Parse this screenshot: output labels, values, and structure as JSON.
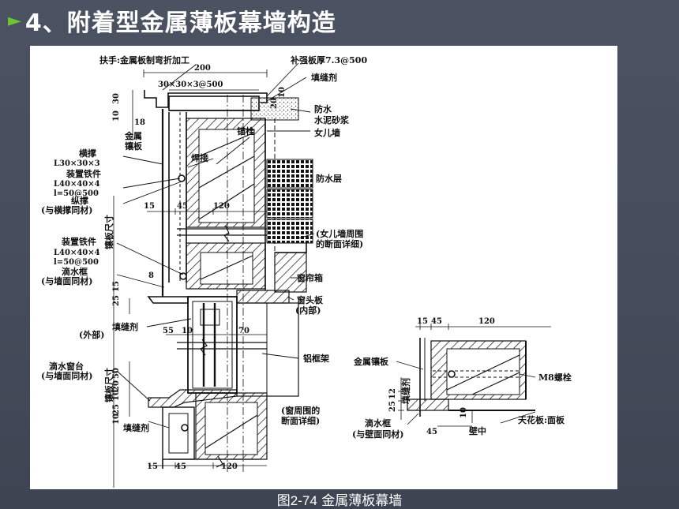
{
  "slide": {
    "bullet": "►",
    "title": "4、附着型金属薄板幕墙构造",
    "accent_color": "#6fc33a",
    "background_color": "#474e5d"
  },
  "caption": {
    "number": "图2-74",
    "text": "金属薄板幕墙"
  },
  "labels": {
    "handrail": "扶手:金属板制弯折加工",
    "reinforce": "补强板厚7.3@500",
    "sealant_top": "填缝剂",
    "waterproof_mortar_1": "防水",
    "waterproof_mortar_2": "水泥砂浆",
    "parapet": "女儿墙",
    "anchor_bolt": "锚栓",
    "metal_panel_1": "金属",
    "metal_panel_2": "镶板",
    "weld": "焊接",
    "brace_title": "横撑",
    "brace_spec": "L30×30×3",
    "fitting_title": "装置铁件",
    "fitting_spec1": "L40×40×4",
    "fitting_spec2": "l=50@500",
    "longitudinal": "纵撑",
    "longitudinal_note": "(与横撑同材)",
    "waterproof_layer": "防水层",
    "parapet_detail_1": "(女儿墙周围",
    "parapet_detail_2": "的断面详细)",
    "fitting2_title": "装置铁件",
    "fitting2_spec1": "L40×40×4",
    "fitting2_spec2": "l=50@500",
    "drip_frame": "滴水框",
    "drip_frame_note": "(与墙面同材)",
    "curtain_box": "窗帘箱",
    "window_head_1": "窗头板",
    "window_head_2": "(内部)",
    "sealant_mid": "填缝剂",
    "exterior": "(外部)",
    "aluminum_frame": "铝框架",
    "drip_sill_1": "滴水窗台",
    "drip_sill_2": "(与墙面同材)",
    "window_detail_1": "(窗周围的",
    "window_detail_2": "断面详细)",
    "sealant_bottom": "填缝剂",
    "panel_size": "镶板尺寸",
    "dim_200": "200",
    "dim_30x30": "30×30×3@500",
    "dim_18": "18",
    "dim_15a": "15",
    "dim_45a": "45",
    "dim_120a": "120",
    "dim_8": "8",
    "dim_55": "55",
    "dim_10": "10",
    "dim_70": "70",
    "dim_15b": "15",
    "dim_45b": "45",
    "dim_120b": "120",
    "v_10": "10",
    "v_30": "30",
    "v_20": "20",
    "v_10b": "10",
    "v_25": "25",
    "v_15": "15",
    "v_50": "50",
    "v_20b": "20",
    "v_10c": "10",
    "v_25b": "25",
    "v_10d": "10"
  },
  "detail": {
    "dim_15": "15",
    "dim_45": "45",
    "dim_120": "120",
    "metal_panel": "金属镶板",
    "sealant": "填缝剂",
    "m8_bolt": "M8螺栓",
    "drip_frame": "滴水框",
    "drip_frame_note": "(与壁面同材)",
    "dim_45b": "45",
    "wall_center": "壁中",
    "ceiling": "天花板:面板",
    "v_12": "12",
    "v_25": "25",
    "v_10": "10"
  }
}
